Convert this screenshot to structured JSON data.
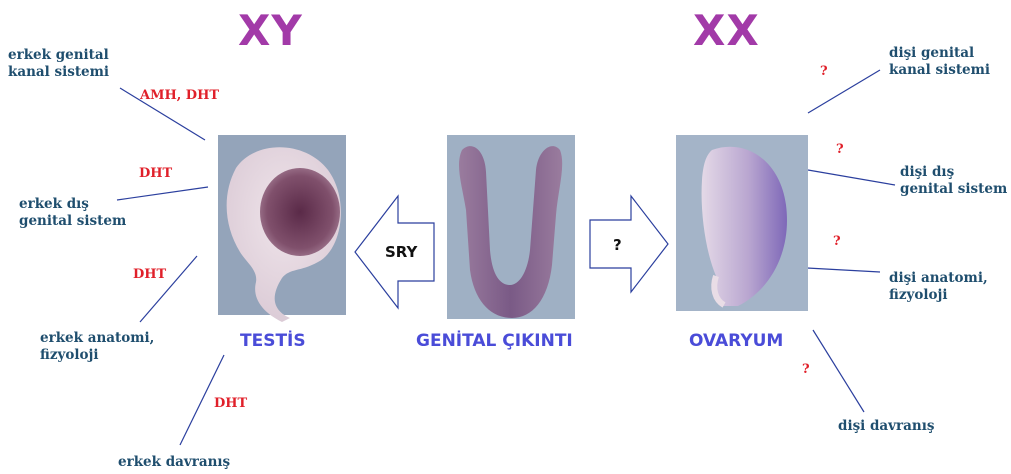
{
  "header": {
    "left_chromosome": "XY",
    "right_chromosome": "XX"
  },
  "center": {
    "label": "GENİTAL ÇIKINTI",
    "to_male_signal": "SRY",
    "to_female_signal": "?"
  },
  "male": {
    "organ": "TESTİS",
    "outcomes": [
      {
        "label_lines": [
          "erkek genital",
          "kanal sistemi"
        ],
        "factor": "AMH, DHT"
      },
      {
        "label_lines": [
          "erkek dış",
          "genital sistem"
        ],
        "factor": "DHT"
      },
      {
        "label_lines": [
          "erkek anatomi,",
          "fizyoloji"
        ],
        "factor": "DHT"
      },
      {
        "label_lines": [
          "erkek davranış"
        ],
        "factor": "DHT"
      }
    ]
  },
  "female": {
    "organ": "OVARYUM",
    "outcomes": [
      {
        "label_lines": [
          "dişi genital",
          "kanal sistemi"
        ],
        "factor": "?"
      },
      {
        "label_lines": [
          "dişi dış",
          "genital sistem"
        ],
        "factor": "?"
      },
      {
        "label_lines": [
          "dişi anatomi,",
          "fizyoloji"
        ],
        "factor": "?"
      },
      {
        "label_lines": [
          "dişi davranış"
        ],
        "factor": "?"
      }
    ]
  },
  "colors": {
    "chromosome": "#a23aa8",
    "organ_label": "#4a4cd8",
    "outcome_text": "#1f4e6e",
    "factor_text": "#e0202a",
    "connector": "#2b3f9e"
  }
}
